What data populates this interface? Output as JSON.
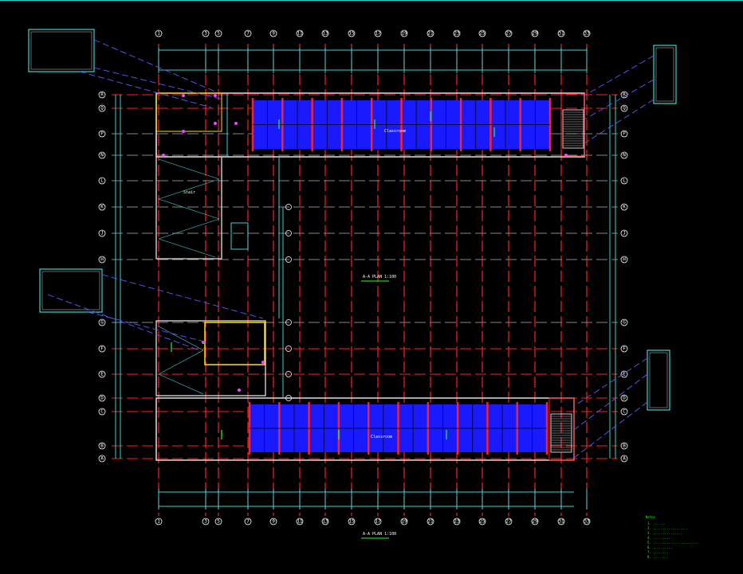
{
  "drawing": {
    "plan_title": "A-A PLAN 1:100",
    "plan_title_bottom": "A-A PLAN 1:100",
    "scale": "1:100",
    "room_label_top": "Classroom",
    "room_label_bottom": "Classroom",
    "stair_label": "Stair",
    "col_axes": [
      "1",
      "3",
      "5",
      "7",
      "9",
      "11",
      "13",
      "15",
      "17",
      "19",
      "21",
      "23",
      "25",
      "27",
      "29",
      "31",
      "33"
    ],
    "row_axes": [
      "R",
      "Q",
      "P",
      "N",
      "L",
      "K",
      "J",
      "H",
      "G",
      "F",
      "E",
      "D",
      "C",
      "B",
      "A"
    ],
    "notes_title": "Notes",
    "notes": [
      "1. ......",
      "2. ..................",
      "3. ...............",
      "4. ..........",
      "5. ........................",
      "6. ..........",
      "7. ........",
      "8. ........"
    ]
  },
  "colors": {
    "grid": "#ff2020",
    "dim": "#40d0d0",
    "panel": "#1a1aff",
    "leader": "#5a5aff",
    "note": "#22ff22"
  }
}
